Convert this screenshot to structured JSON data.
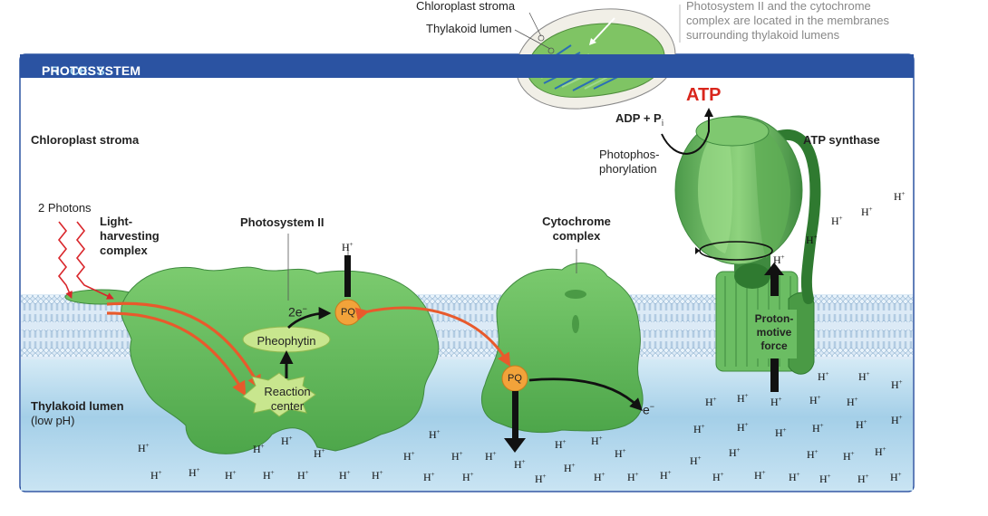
{
  "header": {
    "title_prefix": "PROCESS:",
    "title_rest": " PHOTOSYSTEM II CAN DRIVE ELECTRON TRANSPORT"
  },
  "inset": {
    "stroma_label": "Chloroplast stroma",
    "lumen_label": "Thylakoid lumen",
    "note_lines": [
      "Photosystem II and the cytochrome",
      "complex are located in the membranes",
      "surrounding thylakoid lumens"
    ]
  },
  "regions": {
    "stroma": "Chloroplast stroma",
    "lumen": "Thylakoid lumen",
    "lumen_note": "(low pH)"
  },
  "labels": {
    "photons": "2 Photons",
    "lhc": [
      "Light-",
      "harvesting",
      "complex"
    ],
    "psii": "Photosystem II",
    "cytochrome": [
      "Cytochrome",
      "complex"
    ],
    "atp_synthase": "ATP synthase",
    "atp": "ATP",
    "adp": "ADP + P",
    "adp_sub": "i",
    "photophos": [
      "Photophos-",
      "phorylation"
    ],
    "pheophytin": "Pheophytin",
    "reaction_center": [
      "Reaction",
      "center"
    ],
    "pq": "PQ",
    "two_e": "2e",
    "e_minus": "e",
    "proton_motive": [
      "Proton-",
      "motive",
      "force"
    ],
    "h": "H",
    "plus": "+"
  },
  "colors": {
    "title_bar": "#2b53a2",
    "protein_green": "#5fb85a",
    "atp_red": "#d9261c",
    "pq_orange": "#f2a33a",
    "lumen_blue": "#a9d3ea",
    "membrane_blue": "#cfe3f4",
    "photon_red": "#d9262b",
    "electron_orange": "#e85a2c"
  }
}
